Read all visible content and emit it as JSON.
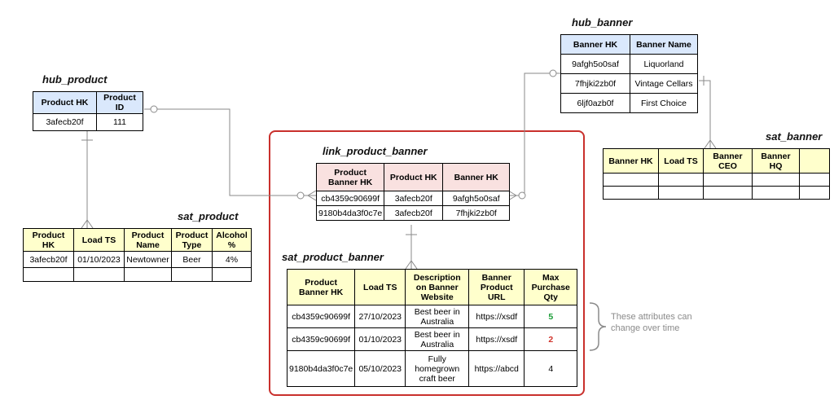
{
  "diagram": {
    "colors": {
      "hub_header": "#dae8fc",
      "link_header": "#f9e1e0",
      "sat_header": "#ffffcc",
      "highlight_box": "#c9302c",
      "qty_increase": "#1a9c36",
      "qty_decrease": "#d0342c",
      "connector": "#8a8a8a",
      "annotation_text": "#8a8a8a"
    },
    "annotation": {
      "line1": "These attributes can",
      "line2": "change over time"
    },
    "tables": {
      "hub_product": {
        "title": "hub_product",
        "headers": [
          "Product HK",
          "Product ID"
        ],
        "rows": [
          [
            "3afecb20f",
            "111"
          ]
        ]
      },
      "hub_banner": {
        "title": "hub_banner",
        "headers": [
          "Banner HK",
          "Banner Name"
        ],
        "rows": [
          [
            "9afgh5o0saf",
            "Liquorland"
          ],
          [
            "7fhjki2zb0f",
            "Vintage Cellars"
          ],
          [
            "6ljf0azb0f",
            "First Choice"
          ]
        ]
      },
      "sat_banner": {
        "title": "sat_banner",
        "headers": [
          "Banner HK",
          "Load TS",
          "Banner CEO",
          "Banner HQ",
          ""
        ],
        "rows": [
          [
            "",
            "",
            "",
            "",
            ""
          ],
          [
            "",
            "",
            "",
            "",
            ""
          ]
        ]
      },
      "link_product_banner": {
        "title": "link_product_banner",
        "headers": [
          "Product Banner HK",
          "Product HK",
          "Banner HK"
        ],
        "rows": [
          [
            "cb4359c90699f",
            "3afecb20f",
            "9afgh5o0saf"
          ],
          [
            "9180b4da3f0c7e",
            "3afecb20f",
            "7fhjki2zb0f"
          ]
        ]
      },
      "sat_product": {
        "title": "sat_product",
        "headers": [
          "Product HK",
          "Load TS",
          "Product Name",
          "Product Type",
          "Alcohol %"
        ],
        "rows": [
          [
            "3afecb20f",
            "01/10/2023",
            "Newtowner",
            "Beer",
            "4%"
          ],
          [
            "",
            "",
            "",
            "",
            ""
          ]
        ]
      },
      "sat_product_banner": {
        "title": "sat_product_banner",
        "headers": [
          "Product Banner HK",
          "Load TS",
          "Description on Banner Website",
          "Banner Product URL",
          "Max Purchase Qty"
        ],
        "rows": [
          [
            "cb4359c90699f",
            "27/10/2023",
            "Best beer in Australia",
            "https://xsdf",
            "5"
          ],
          [
            "cb4359c90699f",
            "01/10/2023",
            "Best beer in Australia",
            "https://xsdf",
            "2"
          ],
          [
            "9180b4da3f0c7e",
            "05/10/2023",
            "Fully homegrown craft beer",
            "https://abcd",
            "4"
          ]
        ]
      }
    }
  }
}
